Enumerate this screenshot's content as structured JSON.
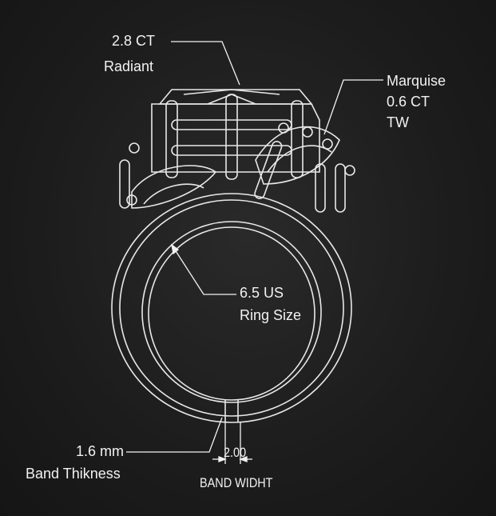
{
  "callouts": {
    "center_stone": {
      "carat": "2.8 CT",
      "shape": "Radiant"
    },
    "side_stones": {
      "shape": "Marquise",
      "carat": "0.6 CT",
      "unit": "TW"
    },
    "ring_size": {
      "value": "6.5 US",
      "label": "Ring Size"
    },
    "band_thickness": {
      "value": "1.6 mm",
      "label": "Band Thikness"
    },
    "band_width": {
      "value": "2.00",
      "label": "BAND WIDHT"
    }
  }
}
